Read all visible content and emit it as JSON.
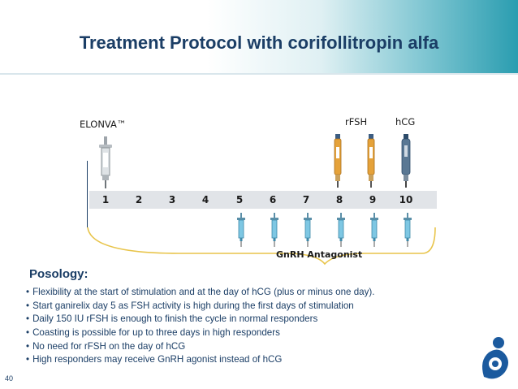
{
  "slide": {
    "title": "Treatment Protocol with corifollitropin alfa",
    "page_number": "40"
  },
  "drugs": {
    "elonva": "ELONVA™",
    "rfsh": "rFSH",
    "hcg": "hCG"
  },
  "timeline": {
    "days": [
      "1",
      "2",
      "3",
      "4",
      "5",
      "6",
      "7",
      "8",
      "9",
      "10"
    ],
    "antagonist_label": "GnRH Antagonist"
  },
  "posology": {
    "heading": "Posology:",
    "bullets": [
      "Flexibility at the start of stimulation and at the day of hCG (plus or minus one day).",
      "Start ganirelix day 5 as FSH activity is high during the first days of stimulation",
      "Daily 150 IU rFSH is enough to finish the cycle in normal responders",
      "Coasting is possible for up to three days in high responders",
      "No need for rFSH on the day of hCG",
      "High responders may receive GnRH agonist instead of hCG"
    ]
  },
  "colors": {
    "title": "#1b3e66",
    "text": "#1b3e66",
    "bracket": "#e8c44a",
    "syringe": "#7ec7e3",
    "pen": "#e5a23a",
    "day_strip": "#e1e4e8"
  }
}
